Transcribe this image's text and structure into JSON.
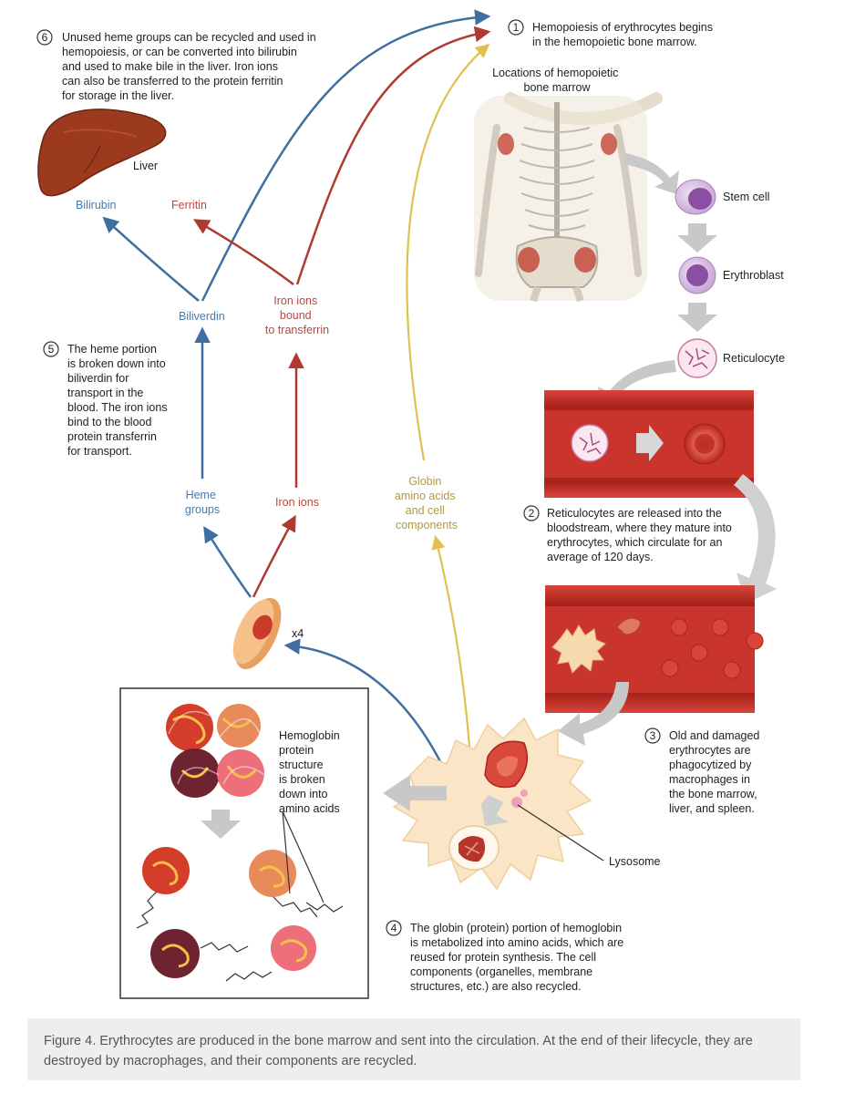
{
  "steps": {
    "s1": {
      "num": "1",
      "lines": [
        "Hemopoiesis of erythrocytes begins",
        "in the hemopoietic bone marrow."
      ]
    },
    "s2": {
      "num": "2",
      "lines": [
        "Reticulocytes are released into the",
        "bloodstream, where they mature into",
        "erythrocytes, which circulate for an",
        "average of 120 days."
      ]
    },
    "s3": {
      "num": "3",
      "lines": [
        "Old and damaged",
        "erythrocytes are",
        "phagocytized by",
        "macrophages in",
        "the bone marrow,",
        "liver, and spleen."
      ]
    },
    "s4": {
      "num": "4",
      "lines": [
        "The globin (protein) portion of hemoglobin",
        "is metabolized into amino acids, which are",
        "reused for protein synthesis. The cell",
        "components (organelles, membrane",
        "structures, etc.) are also recycled."
      ]
    },
    "s5": {
      "num": "5",
      "lines": [
        "The heme portion",
        "is broken down into",
        "biliverdin for",
        "transport in the",
        "blood. The iron ions",
        "bind to the blood",
        "protein transferrin",
        "for transport."
      ]
    },
    "s6": {
      "num": "6",
      "lines": [
        "Unused heme groups can be recycled and used in",
        "hemopoiesis, or can be converted into bilirubin",
        "and used to make bile in the liver. Iron ions",
        "can also be transferred to the protein ferritin",
        "for storage in the liver."
      ]
    }
  },
  "labels": {
    "marrow_locations": [
      "Locations of hemopoietic",
      "bone marrow"
    ],
    "stem_cell": "Stem cell",
    "erythroblast": "Erythroblast",
    "reticulocyte": "Reticulocyte",
    "liver": "Liver",
    "bilirubin": "Bilirubin",
    "ferritin": "Ferritin",
    "biliverdin": "Biliverdin",
    "iron_transferrin": [
      "Iron ions",
      "bound",
      "to transferrin"
    ],
    "heme_groups": [
      "Heme",
      "groups"
    ],
    "iron_ions": "Iron ions",
    "globin": [
      "Globin",
      "amino acids",
      "and cell",
      "components"
    ],
    "x4": "x4",
    "hemoglobin": [
      "Hemoglobin",
      "protein",
      "structure",
      "is broken",
      "down into",
      "amino acids"
    ],
    "lysosome": "Lysosome"
  },
  "caption": "Figure 4. Erythrocytes are produced in the bone marrow and sent into the circulation. At the end of their lifecycle, they are destroyed by macrophages, and their components are recycled.",
  "colors": {
    "blue": "#4a79a8",
    "red": "#b8483e",
    "yellow": "#e6c85a",
    "vessel": "#c9302c",
    "gray_arrow": "#c8c8c8"
  }
}
